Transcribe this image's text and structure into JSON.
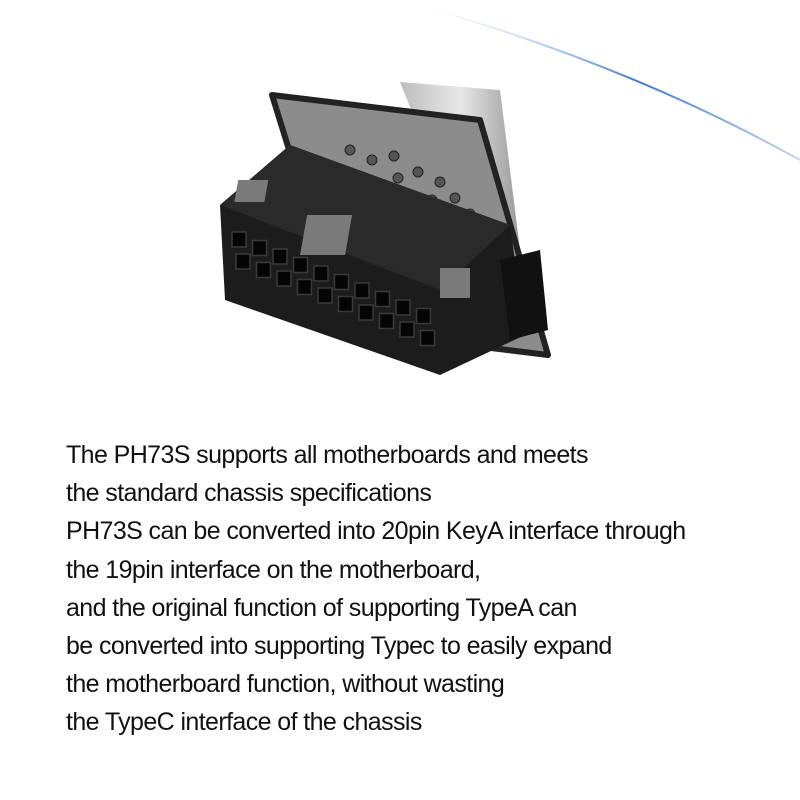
{
  "description": {
    "lines": [
      "The PH73S supports all motherboards and meets",
      "the standard chassis specifications",
      "PH73S can be converted into 20pin KeyA interface through",
      "the 19pin interface on the motherboard,",
      "and the original function of supporting TypeA can",
      "be converted into supporting Typec to easily expand",
      "the motherboard function, without wasting",
      "the TypeC interface of the chassis"
    ]
  },
  "colors": {
    "accent_line": "#3a7bd5",
    "housing": "#1c1c1c",
    "plate": "#8c8c8c"
  }
}
